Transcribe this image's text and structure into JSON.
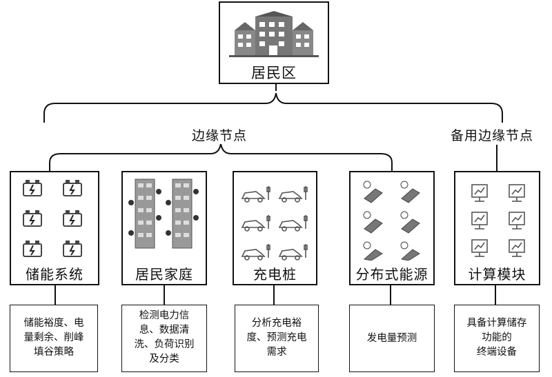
{
  "root": {
    "label": "居民区",
    "icon": "building-icon"
  },
  "groups": {
    "edge": "边缘节点",
    "backup": "备用边缘节点"
  },
  "modules": [
    {
      "label": "储能系统",
      "icon": "battery-icon",
      "desc": "储能裕度、电\n量剩余、削峰\n填谷策略"
    },
    {
      "label": "居民家庭",
      "icon": "apartment-tower-icon",
      "desc": "检测电力信\n息、数据清\n洗、负荷识别\n及分类"
    },
    {
      "label": "充电桩",
      "icon": "charging-car-icon",
      "desc": "分析充电裕\n度、预测充电\n需求"
    },
    {
      "label": "分布式能源",
      "icon": "solar-panel-icon",
      "desc": "发电量预测"
    },
    {
      "label": "计算模块",
      "icon": "computing-terminal-icon",
      "desc": "具备计算储存\n功能的\n终端设备"
    }
  ]
}
